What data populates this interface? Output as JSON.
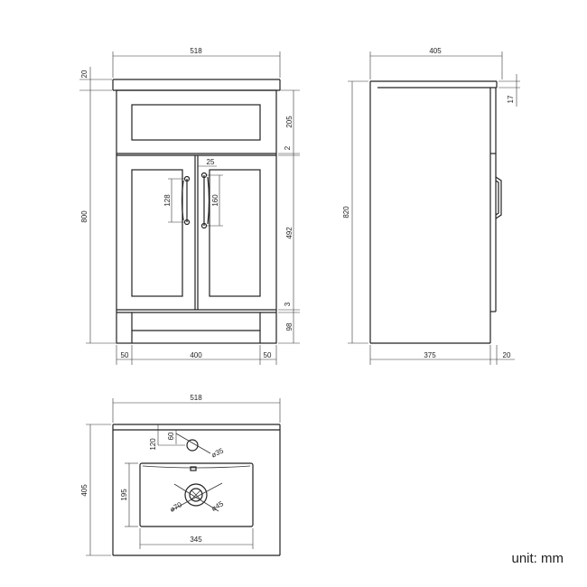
{
  "front_view": {
    "overall_width": "518",
    "top_thickness": "20",
    "drawer_height": "205",
    "gap_top": "2",
    "handle_offset": "25",
    "left_handle_length": "128",
    "right_handle_length": "160",
    "door_height": "492",
    "gap_bottom": "3",
    "plinth_height": "98",
    "overall_height": "800",
    "leg_left": "50",
    "inner_width": "400",
    "leg_right": "50"
  },
  "side_view": {
    "top_depth": "405",
    "top_thickness": "17",
    "overall_height": "820",
    "body_depth": "375",
    "door_depth": "20"
  },
  "top_view": {
    "width": "518",
    "depth": "405",
    "tap_offset_x": "60",
    "tap_offset_y": "120",
    "tap_hole": "⌀35",
    "basin_depth": "195",
    "basin_width": "345",
    "waste_outer": "⌀70",
    "waste_inner": "⌀45"
  },
  "unit_label": "unit: mm"
}
